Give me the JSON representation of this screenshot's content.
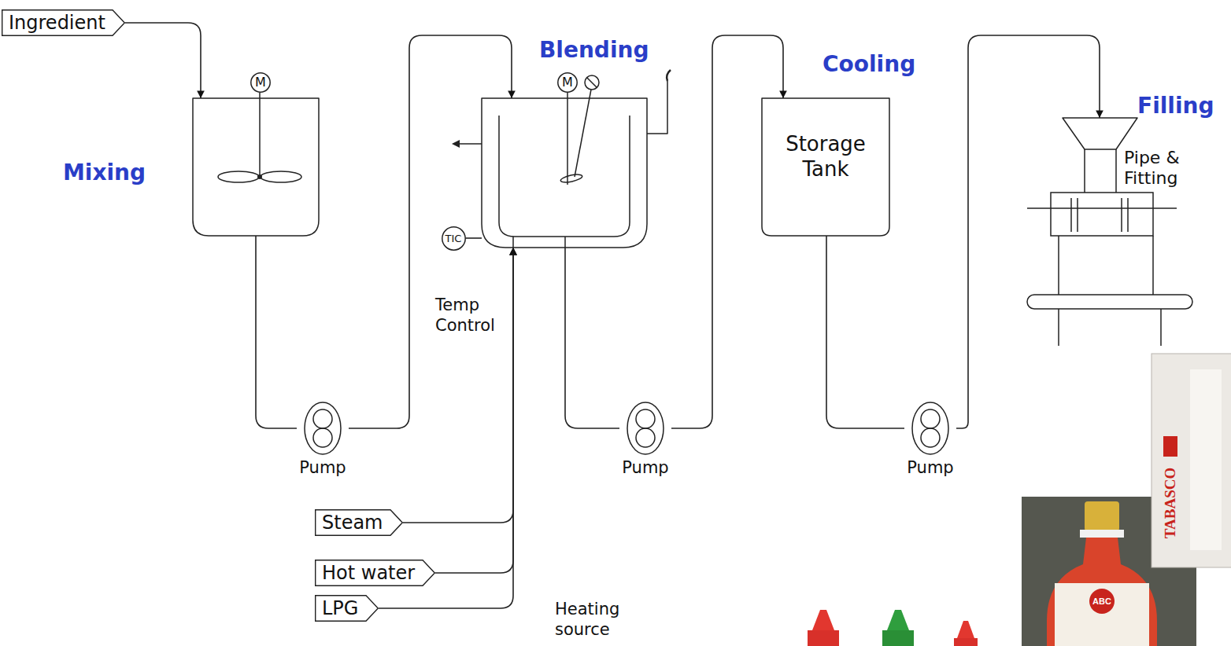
{
  "diagram": {
    "nodes": [
      {
        "text": [
          "Ingredient"
        ]
      },
      {
        "text": [
          "Mixing"
        ]
      },
      {
        "text": [
          "M"
        ]
      },
      {
        "text": [
          "Pump"
        ]
      },
      {
        "text": [
          "Blending"
        ]
      },
      {
        "text": [
          "M"
        ]
      },
      {
        "text": [
          "TIC"
        ]
      },
      {
        "text": [
          "Pump"
        ]
      },
      {
        "text": [
          "Cooling",
          "Storage Tank"
        ]
      },
      {
        "text": [
          "Pump"
        ]
      },
      {
        "text": [
          "Filling",
          "Pipe & Fitting"
        ]
      },
      {
        "text": [
          "Steam"
        ]
      },
      {
        "text": [
          "Hot water"
        ]
      },
      {
        "text": [
          "LPG"
        ]
      }
    ],
    "edges": [
      {
        "from": 0,
        "to": 1,
        "arrow": "to"
      },
      {
        "from": 1,
        "to": 3,
        "arrow": "none"
      },
      {
        "from": 3,
        "to": 4,
        "arrow": "to"
      },
      {
        "from": 4,
        "to": 7,
        "arrow": "none"
      },
      {
        "from": 7,
        "to": 8,
        "arrow": "to"
      },
      {
        "from": 8,
        "to": 9,
        "arrow": "none"
      },
      {
        "from": 9,
        "to": 10,
        "arrow": "to"
      },
      {
        "from": 11,
        "to": 4,
        "arrow": "to"
      },
      {
        "from": 12,
        "to": 4,
        "arrow": "to"
      },
      {
        "from": 13,
        "to": 4,
        "arrow": "to"
      },
      {
        "from": 6,
        "to": 4,
        "arrow": "none"
      }
    ],
    "labels": [
      "Temp Control",
      "Heating source",
      "TABASCO",
      "ABC"
    ]
  }
}
